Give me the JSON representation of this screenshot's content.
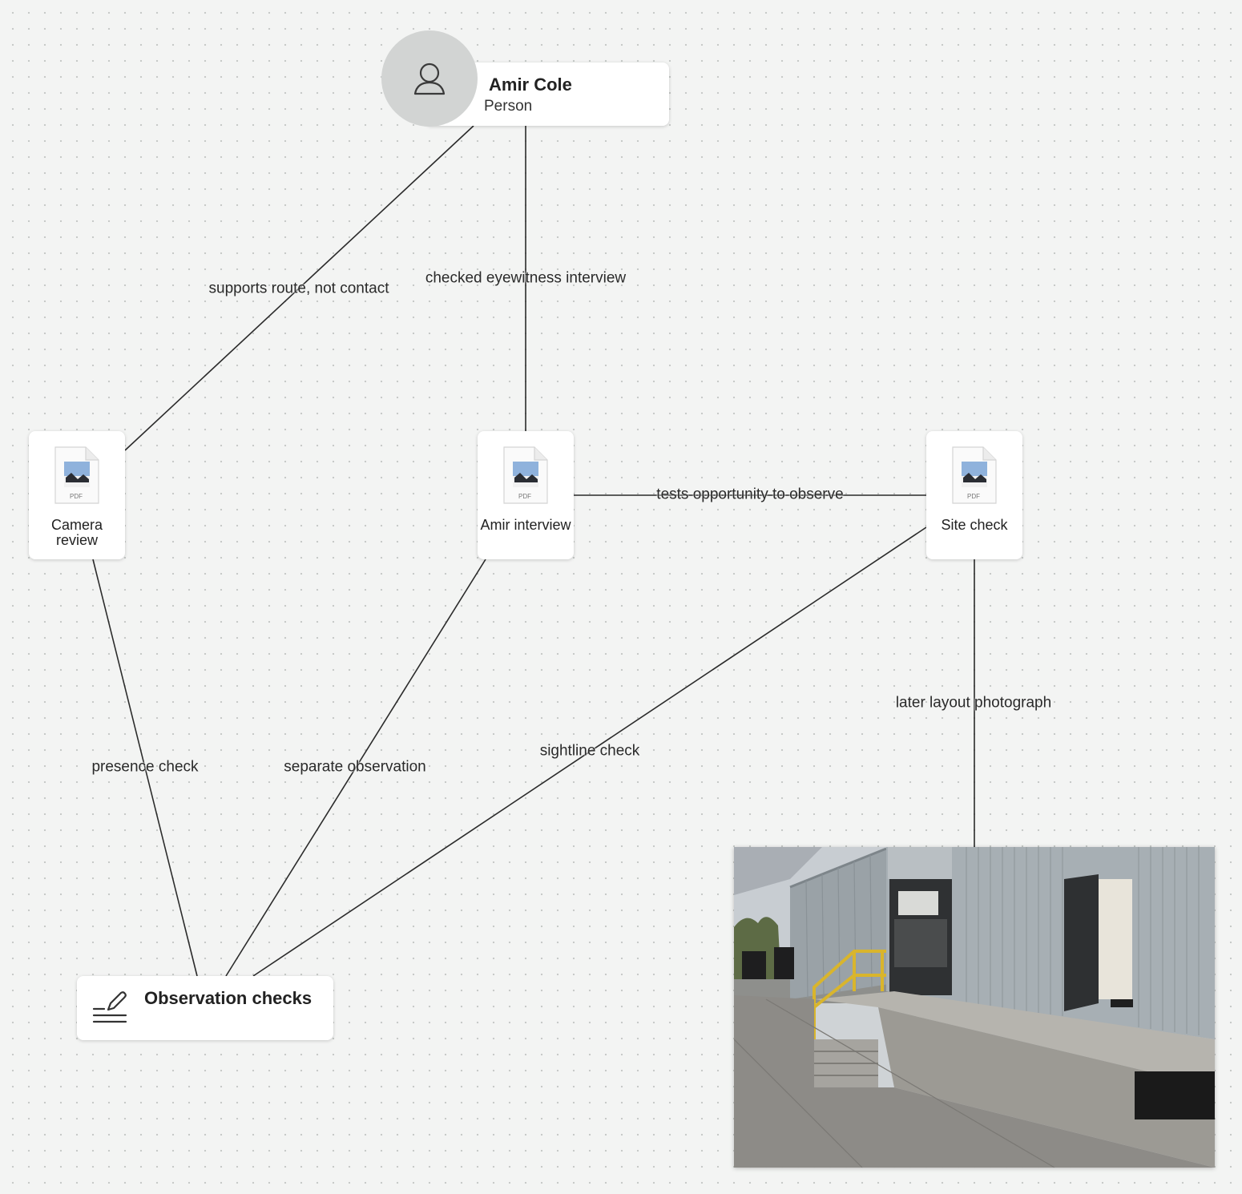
{
  "nodes": {
    "person": {
      "name": "Amir Cole",
      "type": "Person",
      "icon": "person-icon"
    },
    "camera_review": {
      "label": "Camera review",
      "icon": "pdf-file-icon",
      "badge": "PDF"
    },
    "amir_interview": {
      "label": "Amir interview",
      "icon": "pdf-file-icon",
      "badge": "PDF"
    },
    "site_check": {
      "label": "Site check",
      "icon": "pdf-file-icon",
      "badge": "PDF"
    },
    "observation_checks": {
      "label": "Observation checks",
      "icon": "note-pen-icon"
    },
    "photo": {
      "icon": "warehouse-loading-dock-photo"
    }
  },
  "edges": [
    {
      "from": "person",
      "to": "camera_review",
      "label": "supports route, not contact"
    },
    {
      "from": "person",
      "to": "amir_interview",
      "label": "checked eyewitness interview"
    },
    {
      "from": "amir_interview",
      "to": "site_check",
      "label": "tests opportunity to observe"
    },
    {
      "from": "camera_review",
      "to": "observation_checks",
      "label": "presence check"
    },
    {
      "from": "amir_interview",
      "to": "observation_checks",
      "label": "separate observation"
    },
    {
      "from": "site_check",
      "to": "observation_checks",
      "label": "sightline check"
    },
    {
      "from": "site_check",
      "to": "photo",
      "label": "later layout photograph"
    }
  ],
  "colors": {
    "edge": "#2b2b2b",
    "canvas": "#f3f4f3",
    "card": "#ffffff",
    "avatar": "#d2d4d3"
  }
}
